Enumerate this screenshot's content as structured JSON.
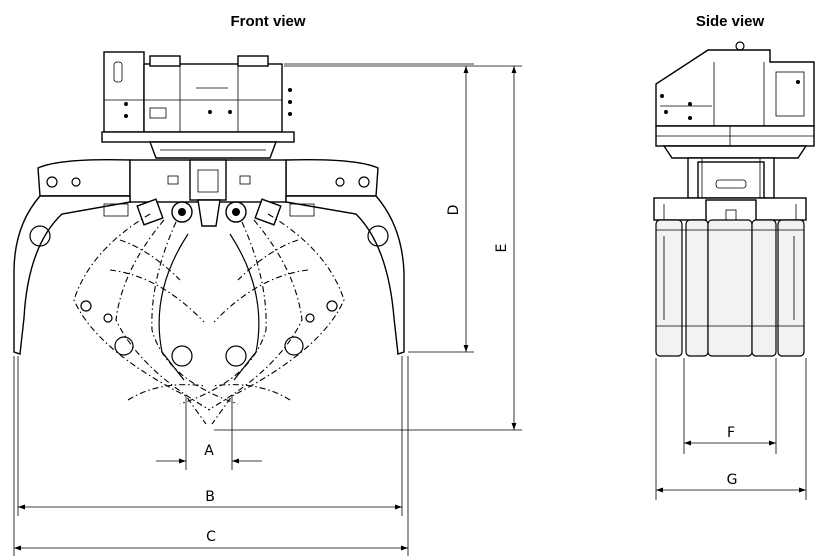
{
  "views": {
    "front_title": "Front view",
    "side_title": "Side view"
  },
  "dimensions": {
    "A": "A",
    "B": "B",
    "C": "C",
    "D": "D",
    "E": "E",
    "F": "F",
    "G": "G"
  }
}
